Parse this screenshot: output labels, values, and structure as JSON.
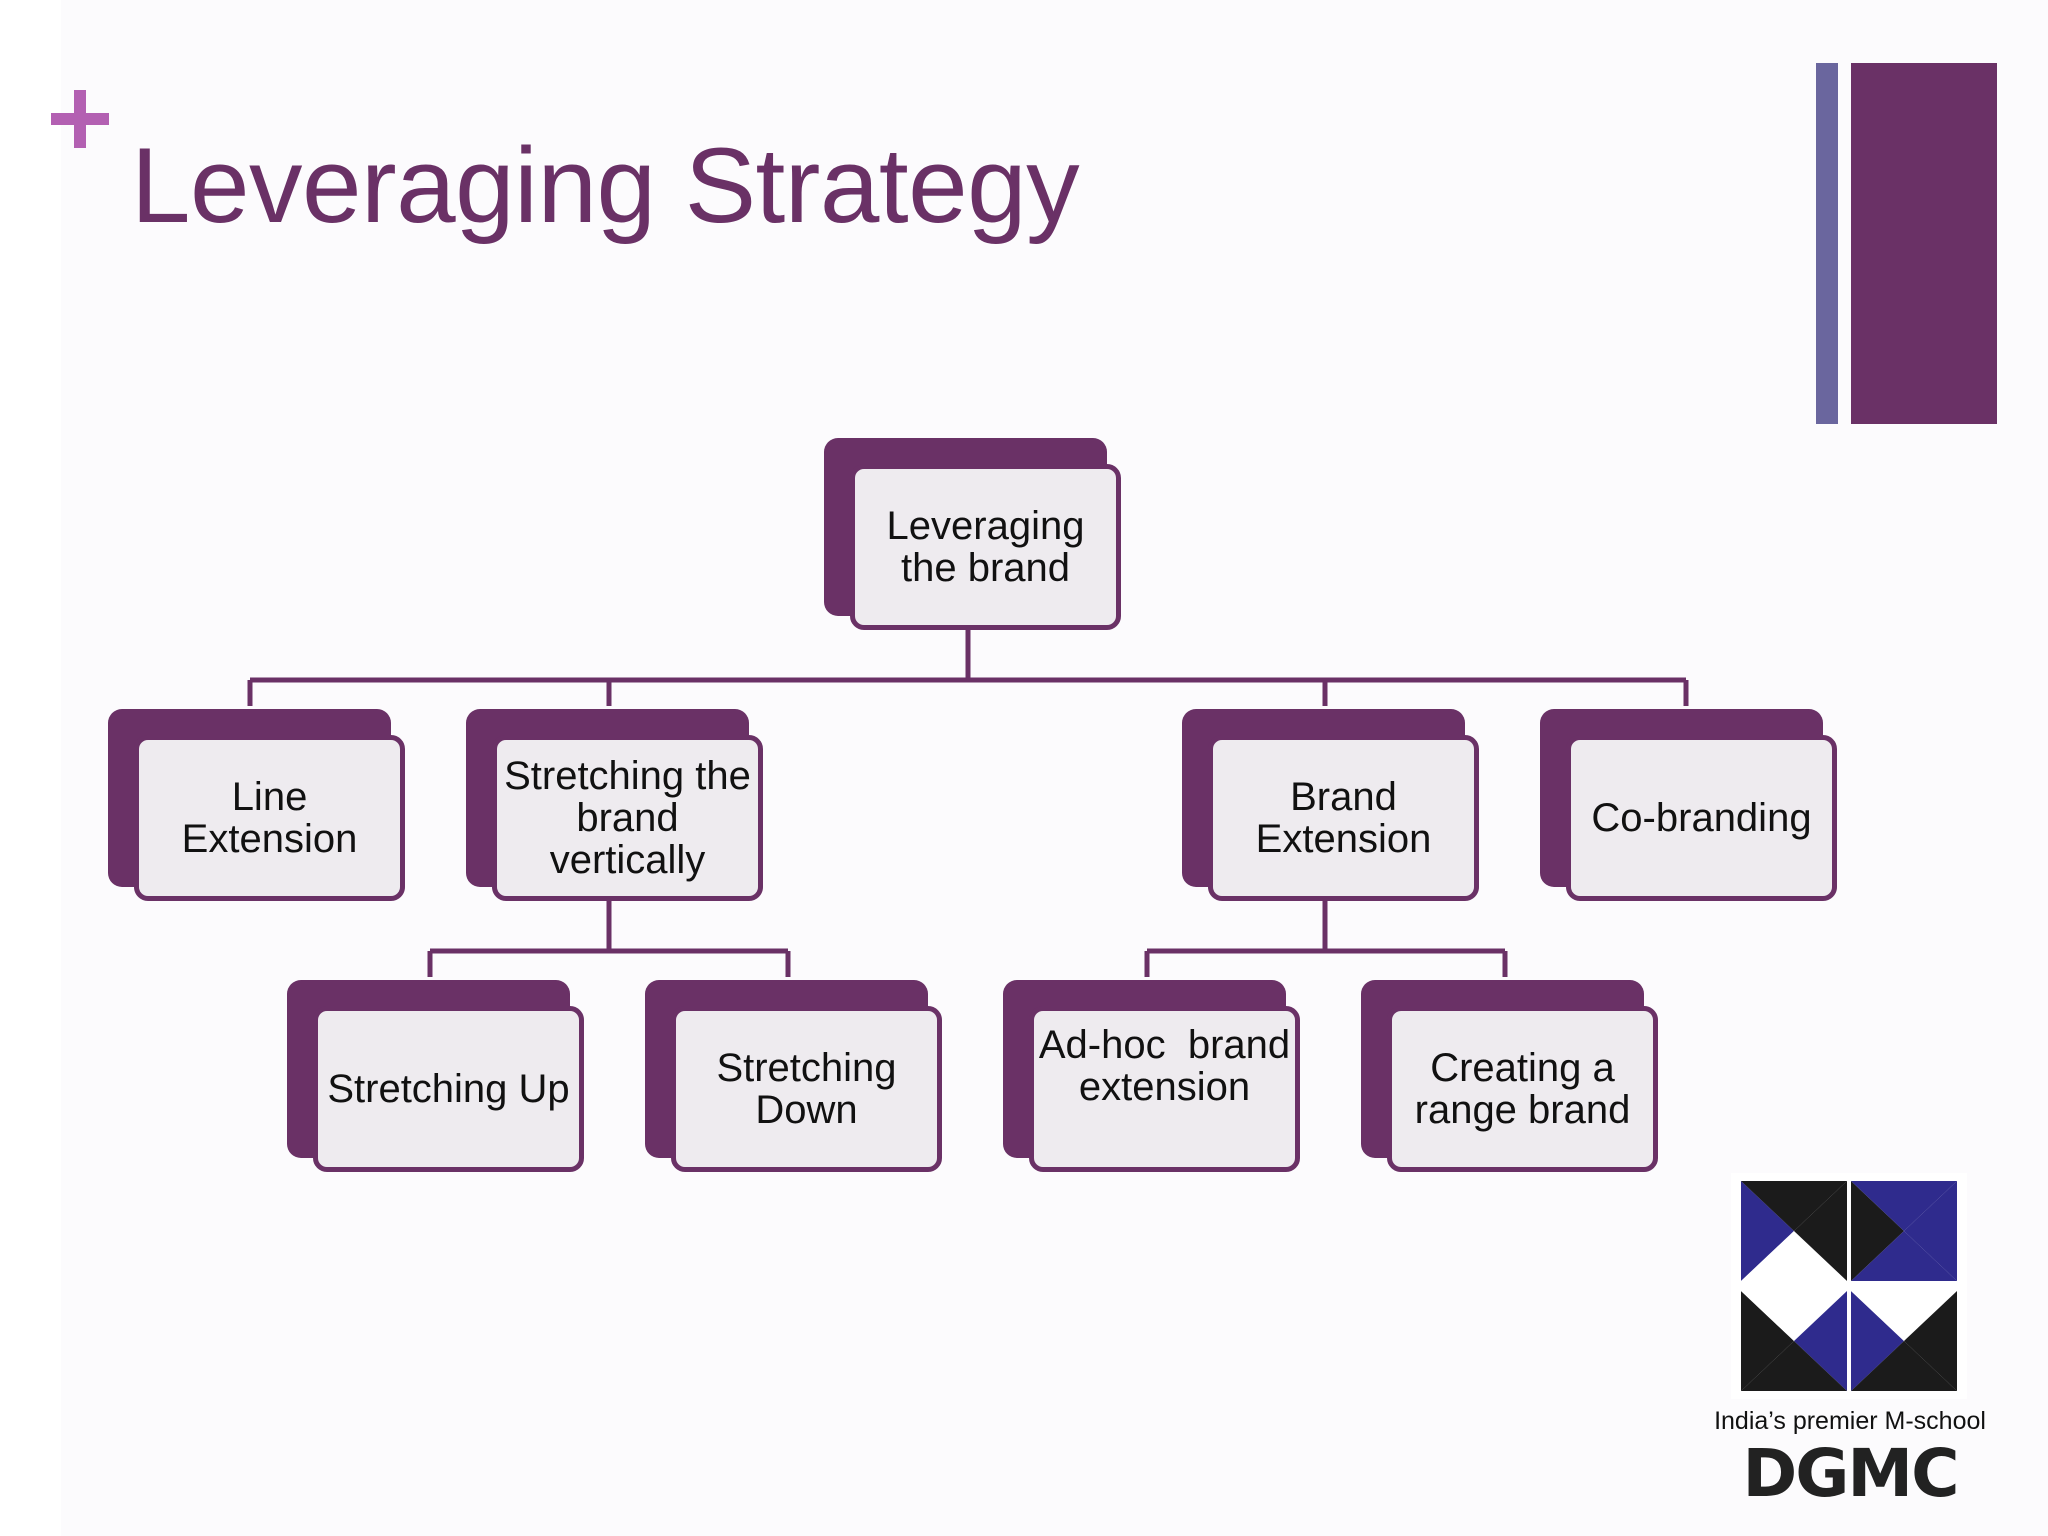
{
  "slide": {
    "title": "Leveraging Strategy"
  },
  "diagram": {
    "root": "Leveraging the brand",
    "level1": [
      "Line Extension",
      "Stretching the brand vertically",
      "Brand Extension",
      "Co-branding"
    ],
    "vertical_children": [
      "Stretching Up",
      "Stretching Down"
    ],
    "extension_children": [
      "Ad-hoc  brand extension",
      "Creating a range brand"
    ]
  },
  "logo": {
    "tagline": "India’s premier M-school",
    "name": "DGMC"
  },
  "colors": {
    "accent": "#6a3166",
    "accent_secondary": "#6a669e",
    "plus": "#b360b2",
    "box_fill": "#eeebef",
    "logo_blue": "#2f2b8d",
    "logo_black": "#1b1b1b"
  }
}
